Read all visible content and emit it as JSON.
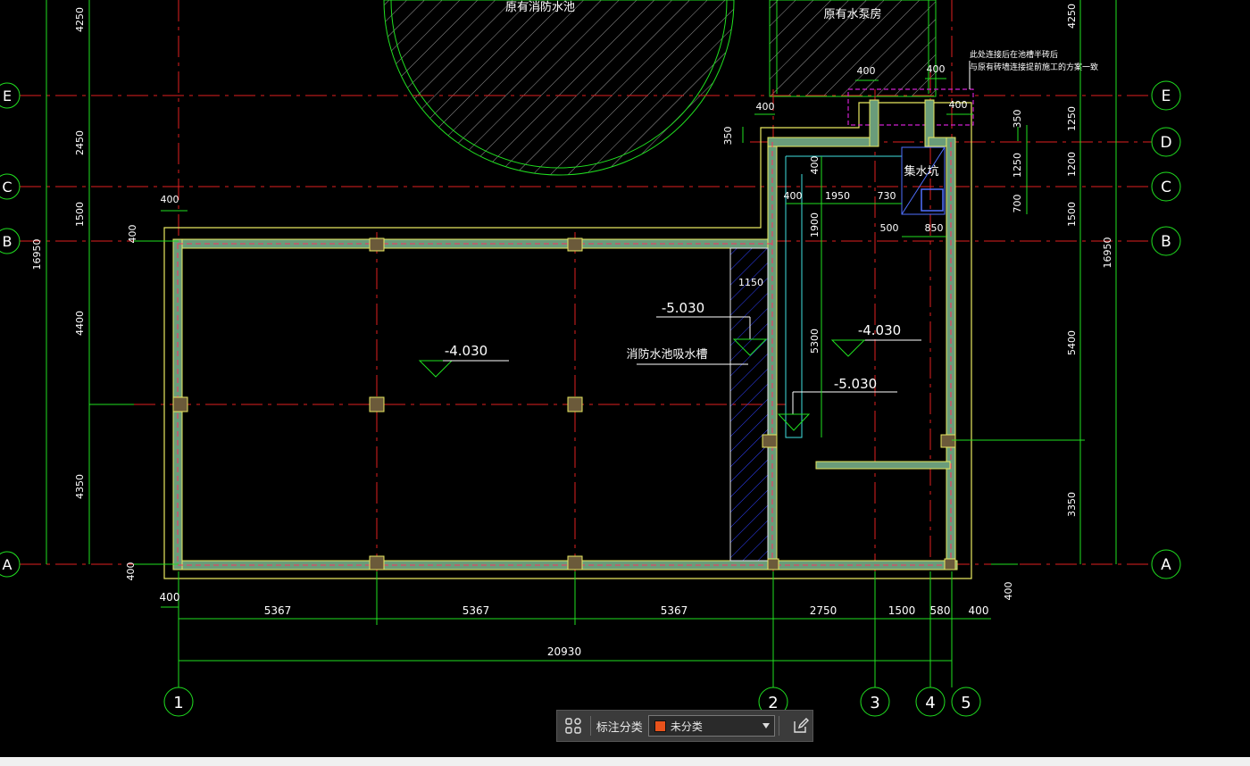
{
  "drawing": {
    "labels": {
      "fire_pool": "原有消防水池",
      "pump_house": "原有水泵房",
      "sump_pit": "集水坑",
      "suction_trench": "消防水池吸水槽",
      "note_line1": "此处连接后在池槽半砖后",
      "note_line2": "与原有砖墙连接提前施工的方案一致"
    },
    "elevations": {
      "main": "-4.030",
      "trench": "-5.030",
      "right_room": "-4.030",
      "right_low": "-5.030"
    },
    "axes": {
      "rows": [
        "E",
        "D",
        "C",
        "B",
        "A"
      ],
      "cols": [
        "1",
        "2",
        "3",
        "4",
        "5"
      ]
    },
    "dims": {
      "left_vertical": [
        "4250",
        "2450",
        "1500",
        "4400",
        "4350"
      ],
      "left_total": "16950",
      "right_vertical": [
        "4250",
        "1250",
        "1200",
        "1500",
        "5400",
        "3350"
      ],
      "right_total": "16950",
      "bottom": [
        "5367",
        "5367",
        "5367",
        "2750",
        "1500",
        "580",
        "400"
      ],
      "bottom_total": "20930",
      "bottom_left_offset": "400",
      "left_offset_b": "400",
      "left_offset_b_top": "400",
      "left_offset_a": "400",
      "right_offset_a": "400",
      "top_400_a": "400",
      "top_400_b": "400",
      "top_400_c": "400",
      "top_400_d": "400",
      "top_350": "350",
      "right_350": "350",
      "right_1250": "1250",
      "right_700": "700",
      "pit_400_v": "400",
      "pit_400_h": "400",
      "pit_1950": "1950",
      "pit_730": "730",
      "pit_500": "500",
      "pit_850": "850",
      "pit_1900": "1900",
      "pit_5300": "5300",
      "trench_1150": "1150"
    }
  },
  "toolbar": {
    "label": "标注分类",
    "select_value": "未分类",
    "swatch_color": "#e8521c"
  },
  "colors": {
    "background": "#000000",
    "axis_line": "#e02020",
    "dim_line": "#20e020",
    "wall_fill": "#6a9c7a",
    "outline": "#e8e860",
    "text": "#ffffff",
    "column": "#6b5a3a"
  }
}
